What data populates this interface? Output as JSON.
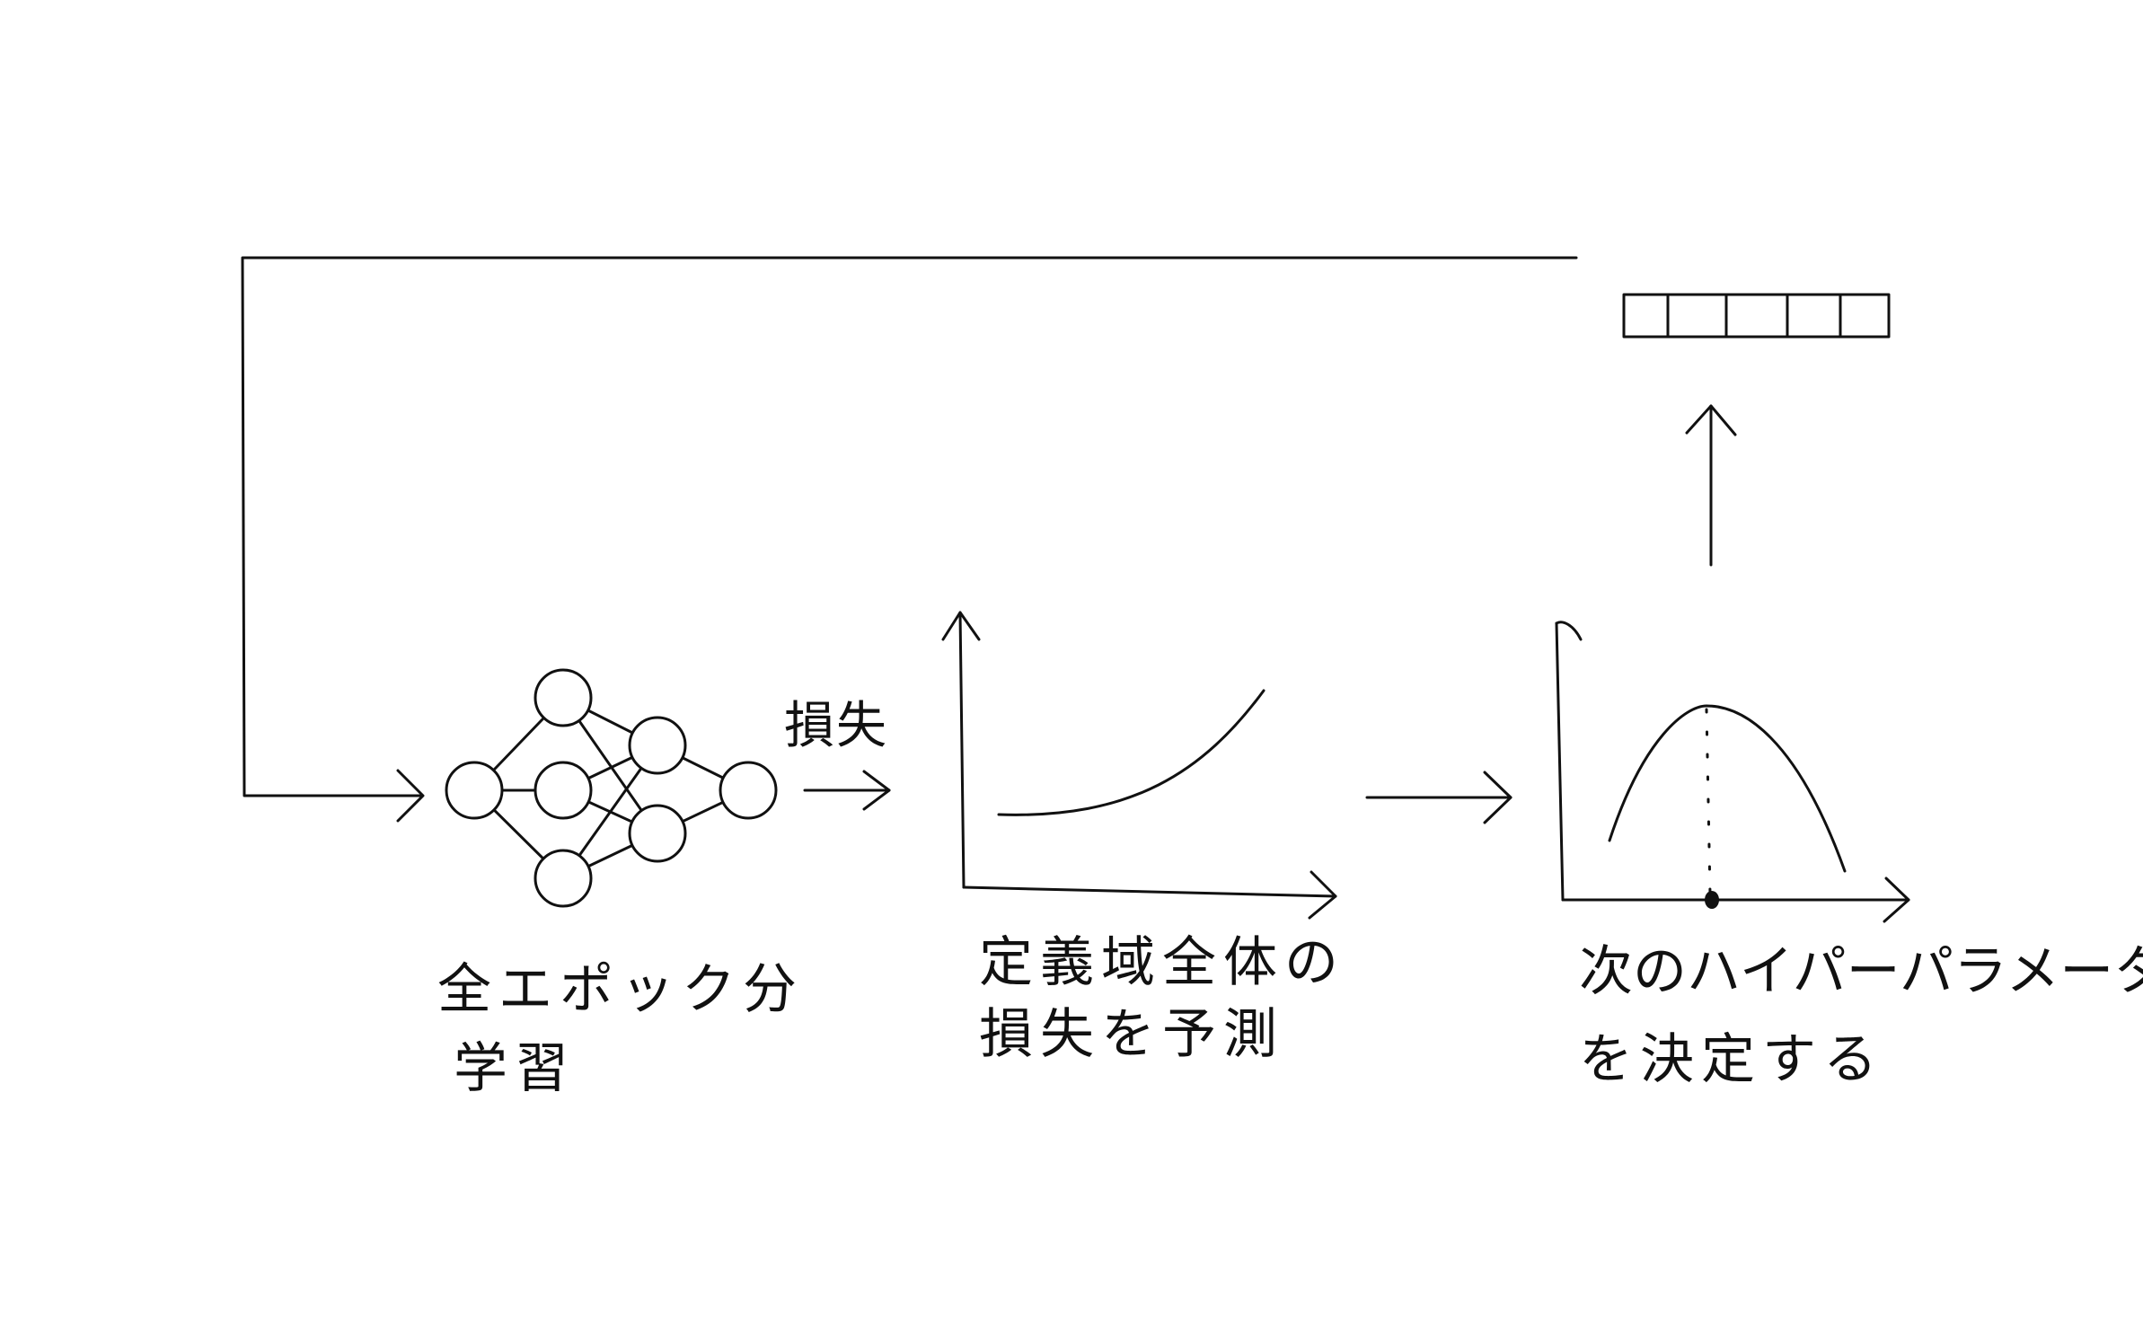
{
  "loss_label": "損失",
  "train_caption": {
    "line1": "全エポック分",
    "line2": "学習"
  },
  "predict_caption": {
    "line1": "定義域全体の",
    "line2": "損失を予測"
  },
  "decide_caption": {
    "line1": "次のハイパーパラメータ",
    "line2": "を決定する"
  },
  "network": {
    "layer_sizes": [
      1,
      3,
      2,
      1
    ]
  },
  "hyperparameter_vector": {
    "cell_count": 5
  },
  "colors": {
    "ink": "#111111",
    "background": "#ffffff"
  }
}
